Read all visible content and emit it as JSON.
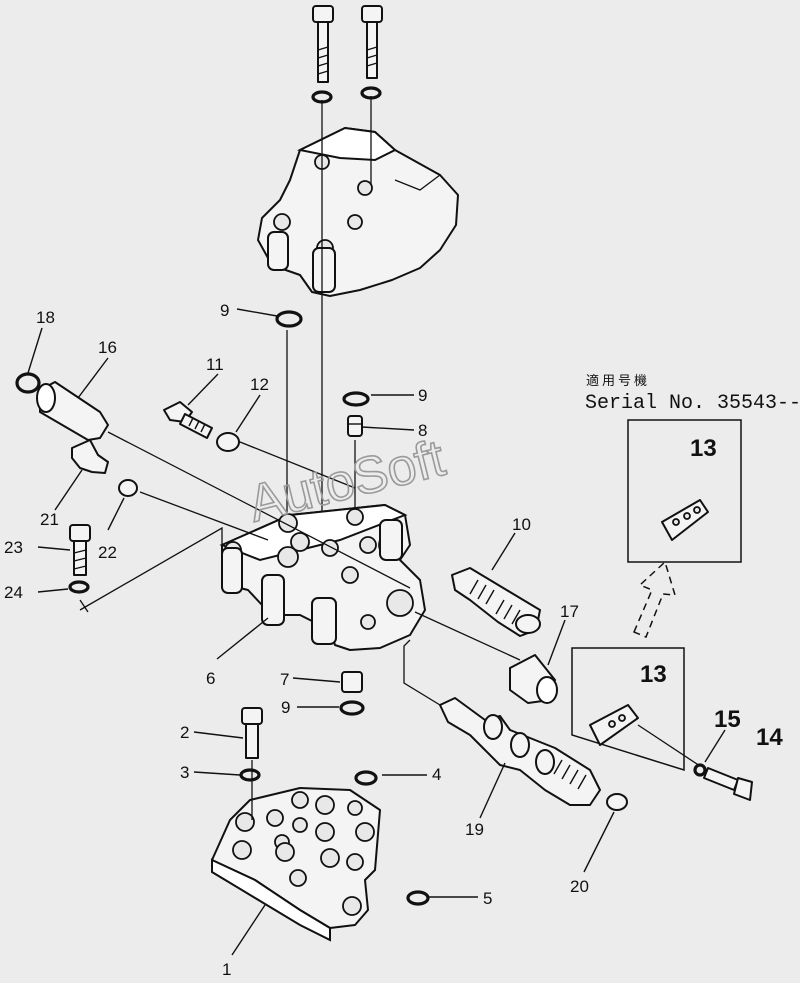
{
  "serial_caption": {
    "japanese": "適用号機",
    "serial": "Serial No. 35543--"
  },
  "watermark": "AutoSoft",
  "callouts": {
    "c1": "1",
    "c2": "2",
    "c3": "3",
    "c4": "4",
    "c5": "5",
    "c6": "6",
    "c7": "7",
    "c8": "8",
    "c9a": "9",
    "c9b": "9",
    "c9c": "9",
    "c10": "10",
    "c11": "11",
    "c12": "12",
    "c13a": "13",
    "c13b": "13",
    "c14": "14",
    "c15": "15",
    "c16": "16",
    "c17": "17",
    "c18": "18",
    "c19": "19",
    "c20": "20",
    "c21": "21",
    "c22": "22",
    "c23": "23",
    "c24": "24"
  }
}
